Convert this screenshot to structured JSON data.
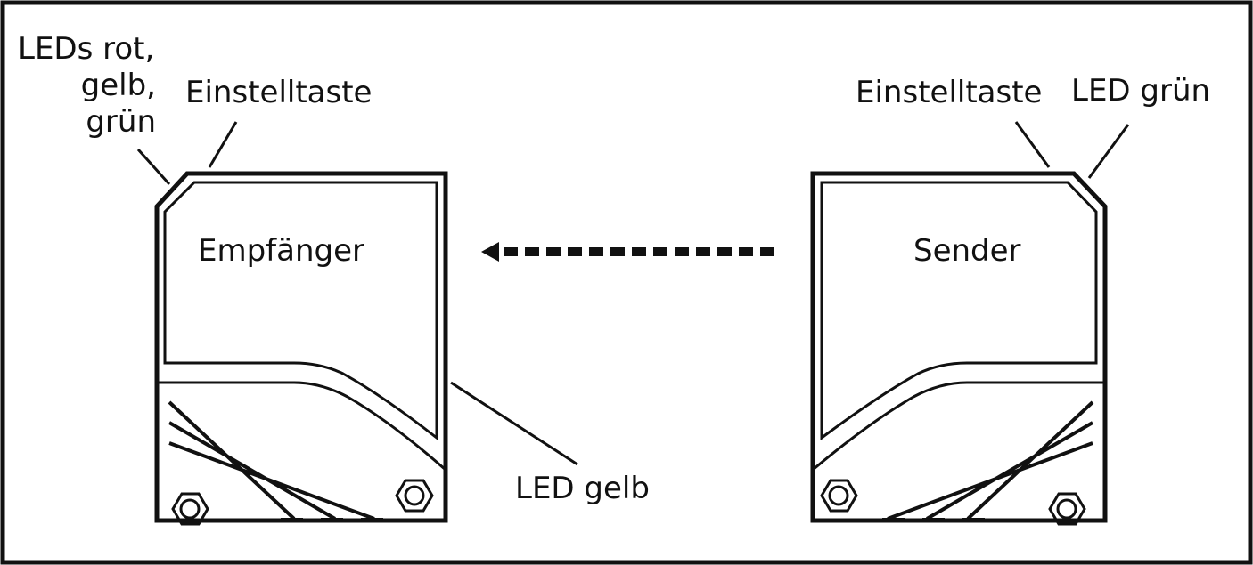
{
  "labels": {
    "left_leds": [
      "LEDs rot,",
      "gelb,",
      "grün"
    ],
    "left_button": "Einstelltaste",
    "receiver": "Empfänger",
    "led_yellow": "LED gelb",
    "right_button": "Einstelltaste",
    "right_led": "LED grün",
    "sender": "Sender"
  }
}
